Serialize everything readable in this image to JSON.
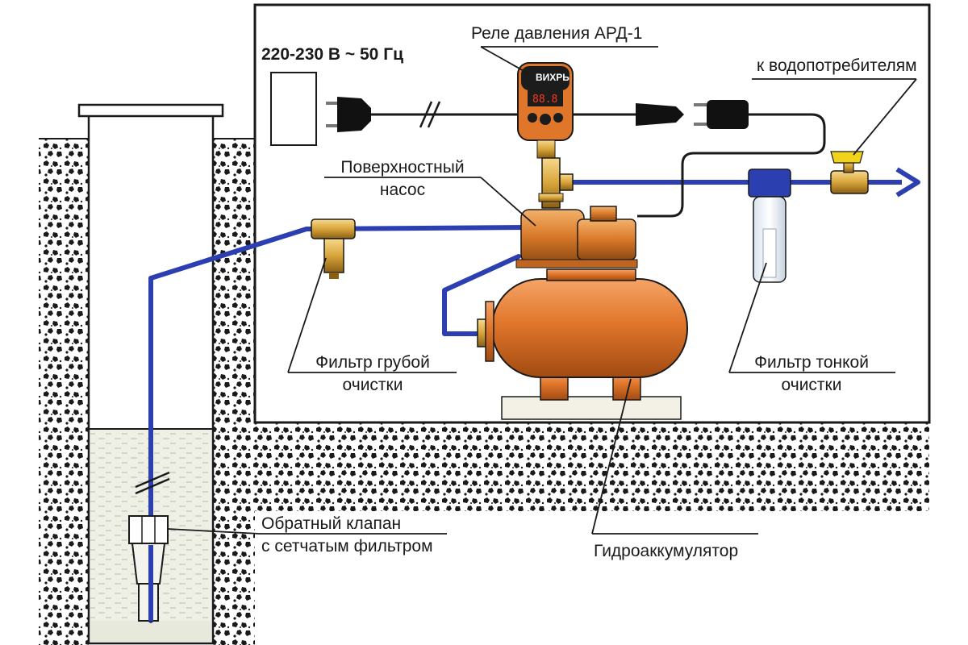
{
  "labels": {
    "voltage": "220-230 В ~ 50 Гц",
    "relay": "Реле давления АРД-1",
    "consumers": "к водопотребителям",
    "pump_line1": "Поверхностный",
    "pump_line2": "насос",
    "coarse_line1": "Фильтр грубой",
    "coarse_line2": "очистки",
    "fine_line1": "Фильтр тонкой",
    "fine_line2": "очистки",
    "valve_line1": "Обратный клапан",
    "valve_line2": "с сетчатым фильтром",
    "accumulator": "Гидроаккумулятор"
  },
  "relay_device": {
    "brand": "ВИХРЬ",
    "display": "88.8"
  },
  "colors": {
    "pipe": "#2b3fb0",
    "orange": "#e0762a",
    "brass": "#d8a53a",
    "soil": "#1a1a1a",
    "water": "#e9ebe0"
  }
}
